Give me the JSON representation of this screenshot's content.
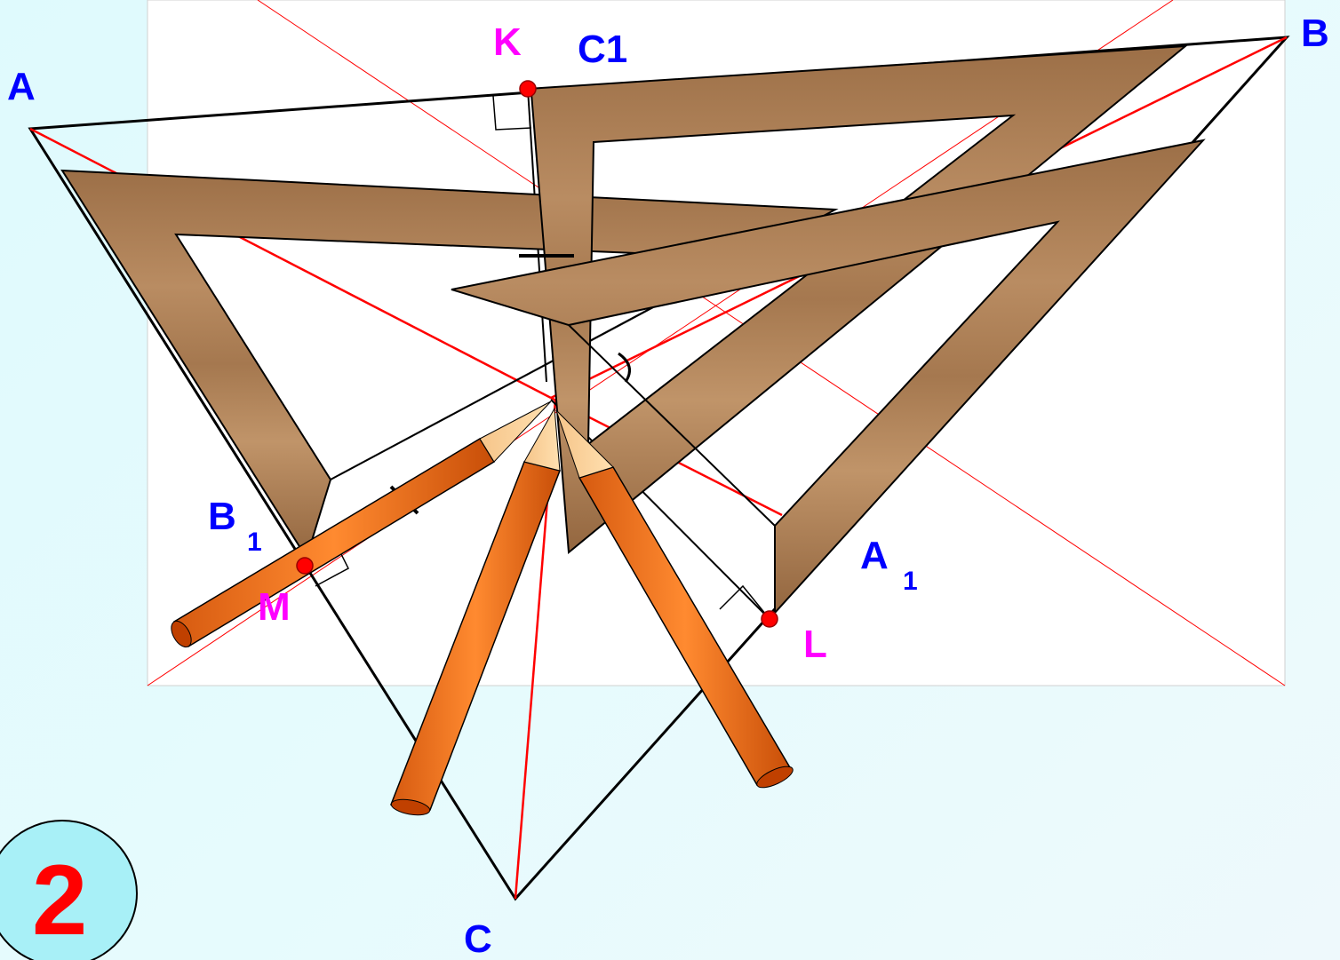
{
  "diagram": {
    "labels": {
      "A": "A",
      "B": "B",
      "C": "C",
      "A1": "A",
      "A1_sub": "1",
      "B1": "B",
      "B1_sub": "1",
      "C1": "C1",
      "K": "K",
      "L": "L",
      "M": "M"
    },
    "slide_number": "2",
    "colors": {
      "label_blue": "#0000ff",
      "label_magenta": "#ff00ff",
      "red_line": "#ff0000",
      "wood": "#a77a52",
      "pencil": "#f07020",
      "number_red": "#ff0000"
    },
    "icons": [
      "set-square-icon",
      "pencil-icon"
    ]
  }
}
